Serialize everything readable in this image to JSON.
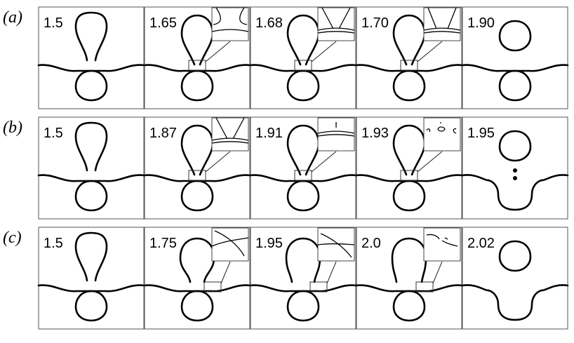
{
  "figure": {
    "rows": [
      {
        "id": "a",
        "label": "(a)",
        "panels": [
          {
            "time": "1.5",
            "stage": "neck",
            "inset": false
          },
          {
            "time": "1.65",
            "stage": "pinch1",
            "inset": true,
            "inset_kind": "necking"
          },
          {
            "time": "1.68",
            "stage": "pinch2",
            "inset": true,
            "inset_kind": "cone"
          },
          {
            "time": "1.70",
            "stage": "pinch3",
            "inset": true,
            "inset_kind": "cone-wide"
          },
          {
            "time": "1.90",
            "stage": "separated-a",
            "inset": false
          }
        ]
      },
      {
        "id": "b",
        "label": "(b)",
        "panels": [
          {
            "time": "1.5",
            "stage": "neck",
            "inset": false
          },
          {
            "time": "1.87",
            "stage": "pinch2",
            "inset": true,
            "inset_kind": "cone"
          },
          {
            "time": "1.91",
            "stage": "pinch3",
            "inset": true,
            "inset_kind": "dash"
          },
          {
            "time": "1.93",
            "stage": "pinch3",
            "inset": true,
            "inset_kind": "droplets"
          },
          {
            "time": "1.95",
            "stage": "separated-b",
            "inset": false
          }
        ]
      },
      {
        "id": "c",
        "label": "(c)",
        "panels": [
          {
            "time": "1.5",
            "stage": "neck",
            "inset": false
          },
          {
            "time": "1.75",
            "stage": "side1",
            "inset": true,
            "inset_kind": "curve"
          },
          {
            "time": "1.95",
            "stage": "side2",
            "inset": true,
            "inset_kind": "curve2"
          },
          {
            "time": "2.0",
            "stage": "side3",
            "inset": true,
            "inset_kind": "break"
          },
          {
            "time": "2.02",
            "stage": "separated-c",
            "inset": false
          }
        ]
      }
    ]
  }
}
